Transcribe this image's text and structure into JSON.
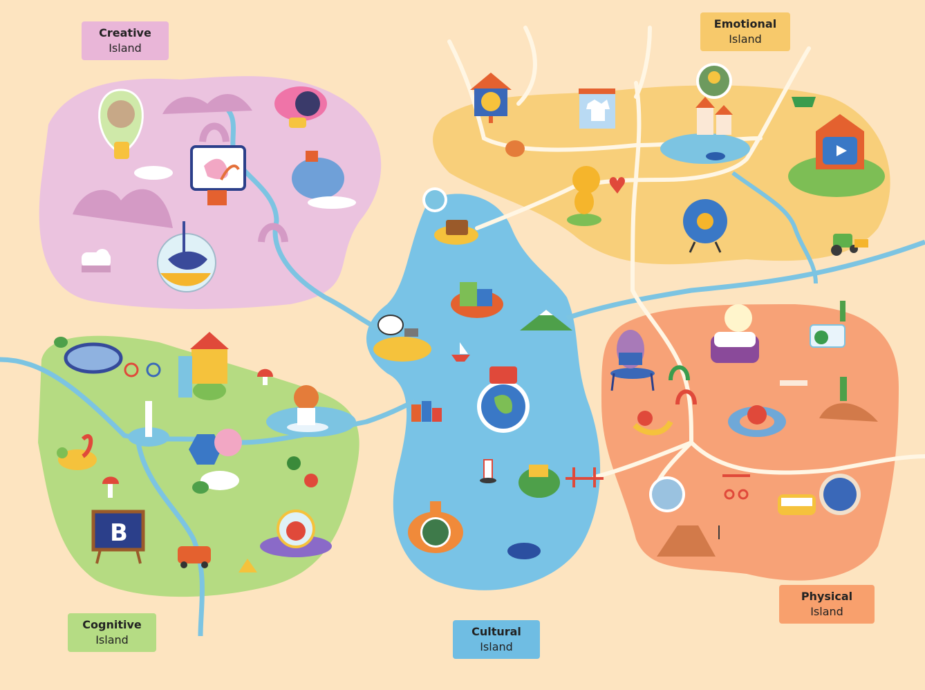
{
  "islands": {
    "creative": {
      "title": "Creative",
      "subtitle": "Island",
      "color": "#e9b6d8",
      "land": "#ebc3df"
    },
    "emotional": {
      "title": "Emotional",
      "subtitle": "Island",
      "color": "#f7c96b",
      "land": "#f8cf7a"
    },
    "cognitive": {
      "title": "Cognitive",
      "subtitle": "Island",
      "color": "#b5dc84",
      "land": "#b5db82"
    },
    "cultural": {
      "title": "Cultural",
      "subtitle": "Island",
      "color": "#6fbde3",
      "land": "#79c3e6"
    },
    "physical": {
      "title": "Physical",
      "subtitle": "Island",
      "color": "#f8a06d",
      "land": "#f7a277"
    }
  },
  "icons": [
    "hot-air-balloon-icon",
    "airship-icon",
    "easel-icon",
    "elephant-icon",
    "fishbowl-icon",
    "cow-icon",
    "cuckoo-clock-icon",
    "tshirt-shop-icon",
    "firefighter-photo-icon",
    "theater-stage-icon",
    "lion-icon",
    "wheel-icon",
    "tractor-icon",
    "treasure-island-icon",
    "stork-icon",
    "boombox-globe-icon",
    "lighthouse-icon",
    "submarine-icon",
    "whale-icon",
    "bridge-icon",
    "hippo-trampoline-icon",
    "bathtub-icon",
    "fruit-icon",
    "swim-ring-icon",
    "volcano-icon",
    "camper-van-icon",
    "circus-tent-icon",
    "monkey-icon",
    "chalkboard-icon",
    "ufo-icon",
    "turtle-icon"
  ],
  "colors": {
    "background": "#fde4c0",
    "river": "#7cc4e2",
    "road": "#fff6e4"
  }
}
